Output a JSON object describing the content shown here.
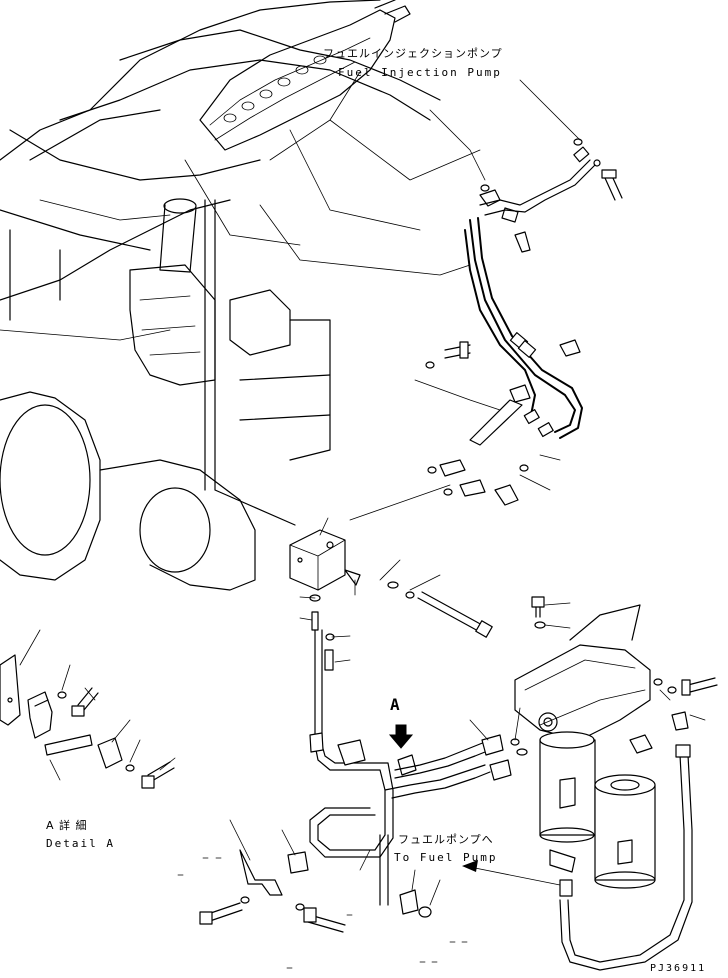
{
  "labels": {
    "fuel_injection_pump_jp": "フュエルインジェクションポンプ",
    "fuel_injection_pump_en": "Fuel Injection Pump",
    "to_fuel_pump_jp": "フュエルポンプへ",
    "to_fuel_pump_en": "To Fuel Pump",
    "detail_a_jp": "A 詳 細",
    "detail_a_en": "Detail A",
    "view_marker": "A",
    "drawing_number": "PJ36911"
  }
}
